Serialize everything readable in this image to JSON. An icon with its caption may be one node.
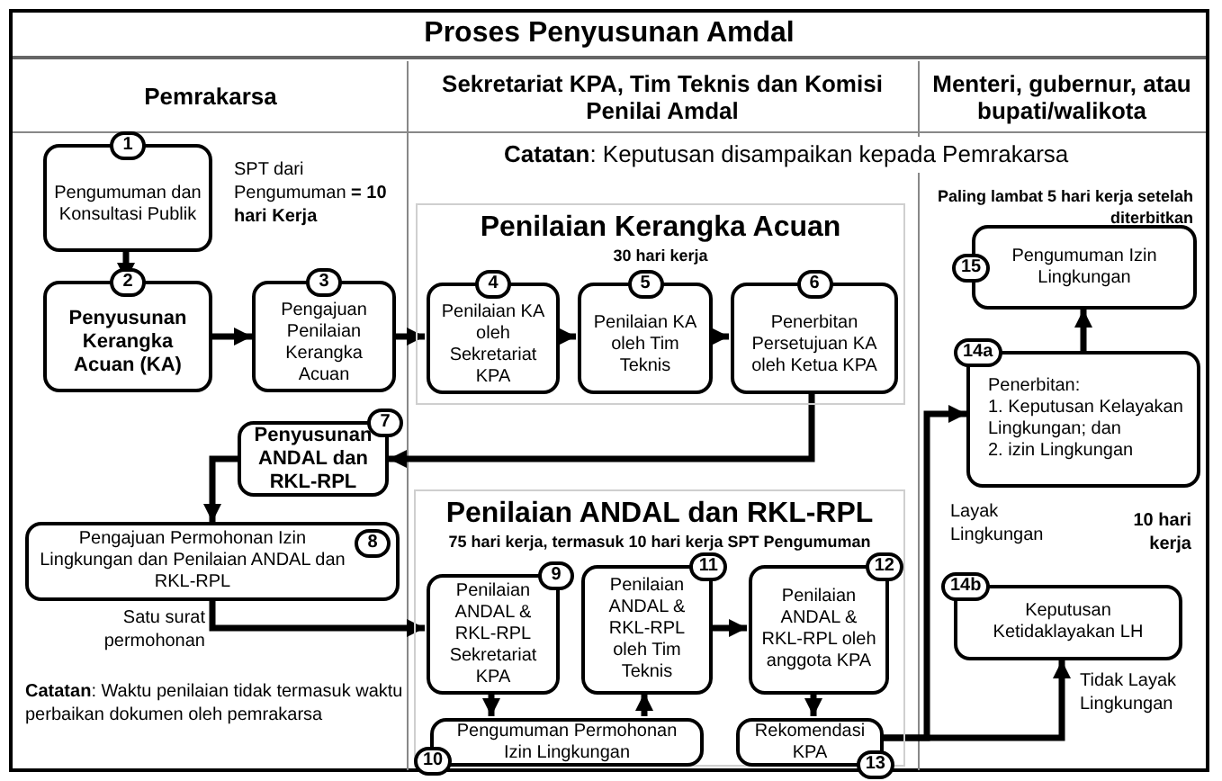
{
  "diagram": {
    "title": "Proses Penyusunan Amdal",
    "nodes": [
      {
        "text": [
          "1",
          "Pengumuman dan Konsultasi Publik"
        ]
      },
      {
        "text": [
          "2",
          "Penyusunan Kerangka Acuan (KA)"
        ]
      },
      {
        "text": [
          "3",
          "Pengajuan Penilaian Kerangka Acuan"
        ]
      },
      {
        "text": [
          "Penilaian Kerangka Acuan",
          "30 hari kerja"
        ]
      },
      {
        "text": [
          "4",
          "Penilaian KA oleh Sekretariat KPA"
        ],
        "in": 3
      },
      {
        "text": [
          "5",
          "Penilaian KA oleh Tim Teknis"
        ],
        "in": 3
      },
      {
        "text": [
          "6",
          "Penerbitan Persetujuan KA oleh Ketua KPA"
        ],
        "in": 3
      },
      {
        "text": [
          "7",
          "Penyusunan ANDAL dan RKL-RPL"
        ]
      },
      {
        "text": [
          "Pengajuan Permohonan Izin Lingkungan dan Penilaian ANDAL dan RKL-RPL",
          "8"
        ]
      },
      {
        "text": [
          "Penilaian ANDAL dan RKL-RPL",
          "75 hari kerja, termasuk 10 hari kerja SPT Pengumuman"
        ]
      },
      {
        "text": [
          "9",
          "Penilaian ANDAL & RKL-RPL Sekretariat KPA"
        ],
        "in": 9
      },
      {
        "text": [
          "11",
          "Penilaian ANDAL & RKL-RPL oleh Tim Teknis"
        ],
        "in": 9
      },
      {
        "text": [
          "12",
          "Penilaian ANDAL & RKL-RPL oleh anggota KPA"
        ],
        "in": 9
      },
      {
        "text": [
          "10",
          "Pengumuman Permohonan Izin Lingkungan"
        ],
        "in": 9
      },
      {
        "text": [
          "Rekomendasi KPA",
          "13"
        ],
        "in": 9
      },
      {
        "text": [
          "15",
          "Pengumuman Izin Lingkungan"
        ],
        "beside": [
          "Paling lambat 5 hari kerja setelah diterbitkan"
        ]
      },
      {
        "text": [
          "14a",
          "Penerbitan:",
          "1. Keputusan Kelayakan Lingkungan; dan",
          "2. izin Lingkungan"
        ]
      },
      {
        "text": [
          "14b",
          "Keputusan Ketidaklayakan LH"
        ]
      }
    ],
    "edges": [
      {
        "from": 0,
        "to": 1,
        "arrow": "to"
      },
      {
        "from": 1,
        "to": 2,
        "arrow": "to"
      },
      {
        "from": 2,
        "to": 4,
        "arrow": "to"
      },
      {
        "from": 4,
        "to": 5,
        "arrow": "to"
      },
      {
        "from": 5,
        "to": 6,
        "arrow": "to"
      },
      {
        "from": 6,
        "to": 7,
        "arrow": "to"
      },
      {
        "from": 7,
        "to": 8,
        "arrow": "to"
      },
      {
        "from": 8,
        "to": 10,
        "arrow": "to",
        "label": "Satu surat permohonan"
      },
      {
        "from": 10,
        "to": 13,
        "arrow": "to"
      },
      {
        "from": 13,
        "to": 11,
        "arrow": "to"
      },
      {
        "from": 11,
        "to": 12,
        "arrow": "to"
      },
      {
        "from": 12,
        "to": 14,
        "arrow": "to"
      },
      {
        "from": 14,
        "to": 16,
        "arrow": "to",
        "label": "Layak Lingkungan"
      },
      {
        "from": 14,
        "to": 17,
        "arrow": "to",
        "label": "Tidak Layak Lingkungan"
      },
      {
        "from": 16,
        "to": 15,
        "arrow": "to"
      }
    ],
    "labels": [
      "Pemrakarsa",
      "Sekretariat KPA, Tim Teknis dan Komisi Penilai Amdal",
      "Menteri, gubernur, atau bupati/walikota",
      "SPT dari Pengumuman **= 10 hari Kerja**",
      "**Catatan**: Keputusan disampaikan kepada Pemrakarsa",
      "10 hari kerja",
      "**Catatan**: Waktu penilaian tidak termasuk waktu perbaikan dokumen oleh pemrakarsa"
    ]
  }
}
